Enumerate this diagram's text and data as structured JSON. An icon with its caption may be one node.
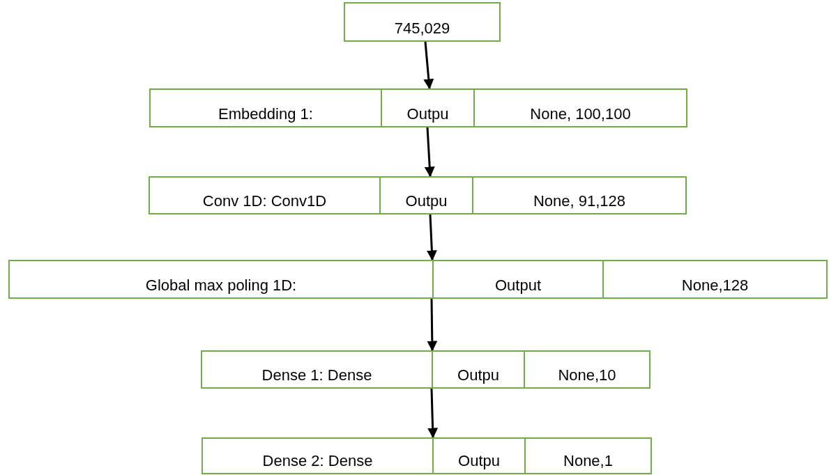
{
  "diagram": {
    "nodes": [
      {
        "text": [
          "745,029"
        ]
      },
      {
        "text": [
          "Embedding 1:"
        ]
      },
      {
        "text": [
          "Outpu"
        ]
      },
      {
        "text": [
          "None, 100,100"
        ]
      },
      {
        "text": [
          "Conv 1D: Conv1D"
        ]
      },
      {
        "text": [
          "Outpu"
        ]
      },
      {
        "text": [
          "None, 91,128"
        ]
      },
      {
        "text": [
          "Global max poling 1D:"
        ]
      },
      {
        "text": [
          "Output"
        ]
      },
      {
        "text": [
          "None,128"
        ]
      },
      {
        "text": [
          "Dense 1: Dense"
        ]
      },
      {
        "text": [
          "Outpu"
        ]
      },
      {
        "text": [
          "None,10"
        ]
      },
      {
        "text": [
          "Dense 2: Dense"
        ]
      },
      {
        "text": [
          "Outpu"
        ]
      },
      {
        "text": [
          "None,1"
        ]
      }
    ],
    "edges": [
      {
        "from": 0,
        "to": 2,
        "arrow": "to"
      },
      {
        "from": 2,
        "to": 5,
        "arrow": "to"
      },
      {
        "from": 5,
        "to": 7,
        "arrow": "to"
      },
      {
        "from": 7,
        "to": 10,
        "arrow": "to"
      },
      {
        "from": 10,
        "to": 13,
        "arrow": "to"
      }
    ]
  }
}
